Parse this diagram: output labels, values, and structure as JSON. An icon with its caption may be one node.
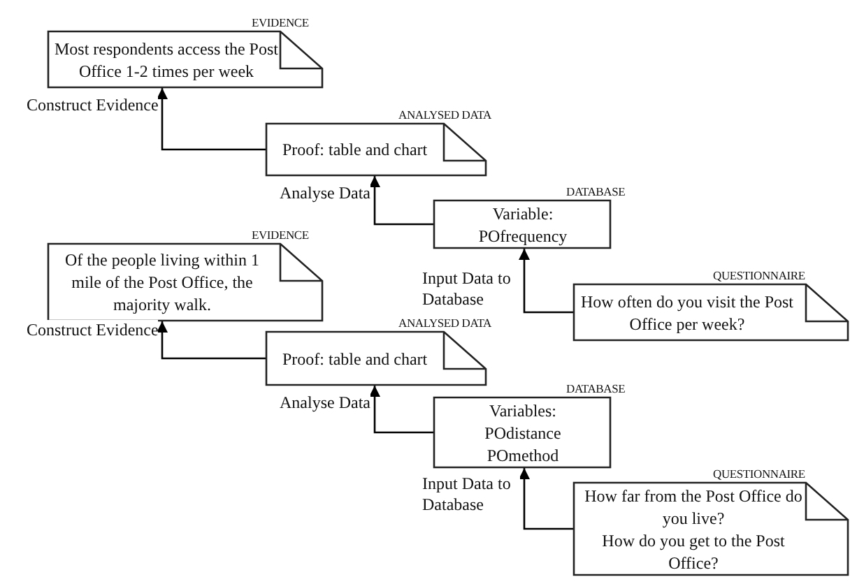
{
  "diagram": {
    "nodes": [
      {
        "text": [
          "EVIDENCE",
          "Most respondents access the Post Office 1-2 times per week"
        ]
      },
      {
        "text": [
          "ANALYSED DATA",
          "Proof: table and chart"
        ]
      },
      {
        "text": [
          "DATABASE",
          "Variable: POfrequency"
        ]
      },
      {
        "text": [
          "QUESTIONNAIRE",
          "How often do you visit the Post Office per week?"
        ]
      },
      {
        "text": [
          "EVIDENCE",
          "Of the people living within 1 mile of the Post Office, the majority walk."
        ]
      },
      {
        "text": [
          "ANALYSED DATA",
          "Proof: table and chart"
        ]
      },
      {
        "text": [
          "DATABASE",
          "Variables: POdistance POmethod"
        ]
      },
      {
        "text": [
          "QUESTIONNAIRE",
          "How far from the Post Office do you live?",
          "How do you get to the Post Office?"
        ]
      }
    ],
    "edges": [
      {
        "from": 1,
        "to": 0,
        "arrow": "to",
        "label": "Construct Evidence"
      },
      {
        "from": 2,
        "to": 1,
        "arrow": "to",
        "label": "Analyse Data"
      },
      {
        "from": 3,
        "to": 2,
        "arrow": "to",
        "label": "Input Data to Database"
      },
      {
        "from": 5,
        "to": 4,
        "arrow": "to",
        "label": "Construct Evidence"
      },
      {
        "from": 6,
        "to": 5,
        "arrow": "to",
        "label": "Analyse Data"
      },
      {
        "from": 7,
        "to": 6,
        "arrow": "to",
        "label": "Input Data to Database"
      }
    ]
  }
}
